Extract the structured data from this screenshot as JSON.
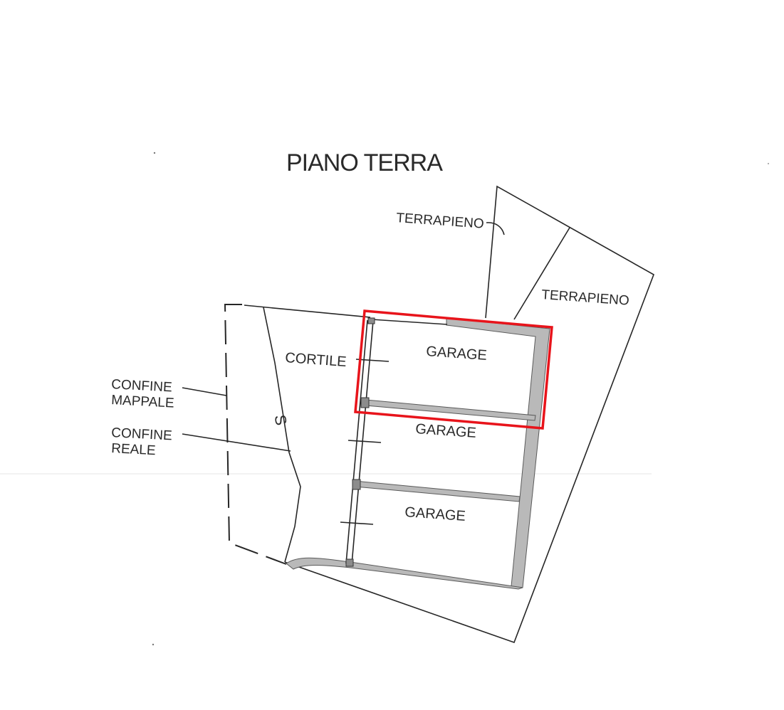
{
  "title": "PIANO TERRA",
  "labels": {
    "terrapieno_top": "TERRAPIENO",
    "terrapieno_right": "TERRAPIENO",
    "cortile": "CORTILE",
    "garage_1": "GARAGE",
    "garage_2": "GARAGE",
    "garage_3": "GARAGE",
    "confine_mappale_line1": "CONFINE",
    "confine_mappale_line2": "MAPPALE",
    "confine_reale_line1": "CONFINE",
    "confine_reale_line2": "REALE",
    "s_mark": "S"
  },
  "colors": {
    "highlight": "#e8141b",
    "wall_fill": "#b9b9b9",
    "ink": "#262626"
  }
}
